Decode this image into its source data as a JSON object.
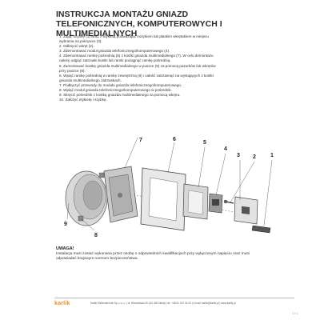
{
  "title": {
    "line1": "INSTRUKCJA MONTAŻU GNIAZD",
    "line2": "TELEFONICZNYCH, KOMPUTEROWYCH I MULTIMEDIALNYCH"
  },
  "steps": [
    "1. Zdjąć szybkę (1) wraz z etykietą podważając nożykiem lub płaskim wkrętakiem w miejscu",
    "    wybrania na pokrywce (3).",
    "2. Odkręcić wkręt (2).",
    "3. Zdemontować moduł gniazda telefonicznego/komputerowego (4).",
    "4. Zdemontować ramkę pośrednią (5) z kostki gniazda multimedialnego (7). W celu demontażu",
    "    należy odgiąć zatrzaski kostki lub ramki pociągnąć ramkę pośrednią.",
    "5. Zamontować kostkę gniazda multimedialnego w puszce (9) za pomocą pazurków lub wkrętów",
    "    przy puszce (8).",
    "6. Wpiąć ramkę pośrednią w ramkę zewnętrzną (6) i całość zatrzasnąć na wystających z kostki",
    "    gniazda multimedialnego zatrzaskach.",
    "7. Podłączyć przewody do modułu gniazda telefonicznego/komputerowego.",
    "8. Wpiąć moduł gniazda telefonicznego/komputerowego w pośrednik.",
    "9. Skręcić pośrednik z kostką gniazda multimedialnego za pomocą wkrętu.",
    "10. Założyć etykietę i szybkę."
  ],
  "diagram": {
    "callouts": [
      "1",
      "2",
      "3",
      "4",
      "5",
      "6",
      "7",
      "8",
      "9"
    ]
  },
  "warning": {
    "title": "UWAGA!",
    "text": "Instalacja musi zostać wykonana przez osobę o odpowiednich kwalifikacjach przy wyłączonym napięciu oraz musi odpowiadać krajowym normom bezpieczeństwa."
  },
  "footer": {
    "logo": "karlik",
    "text": "Karlik Elektrotechnik Sp. z o. o. | ul. Wrzesińska 29 | 62-330 Nekla | tel. +48 61 437 34 00 | e-mail: karlik@karlik.pl | www.karlik.pl",
    "page": "1 / 1"
  }
}
